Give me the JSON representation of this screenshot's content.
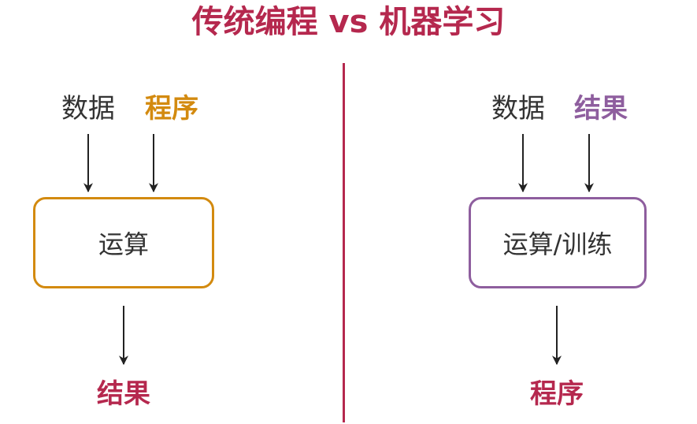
{
  "title": "传统编程 vs 机器学习",
  "colors": {
    "title": "#b5284e",
    "divider": "#b5284e",
    "orange": "#d38a0f",
    "purple": "#8e5e9e",
    "red": "#b5284e",
    "text": "#333333",
    "arrow": "#222222"
  },
  "left": {
    "input_data": "数据",
    "input_program": "程序",
    "process": "运算",
    "output": "结果"
  },
  "right": {
    "input_data": "数据",
    "input_result": "结果",
    "process": "运算/训练",
    "output": "程序"
  }
}
